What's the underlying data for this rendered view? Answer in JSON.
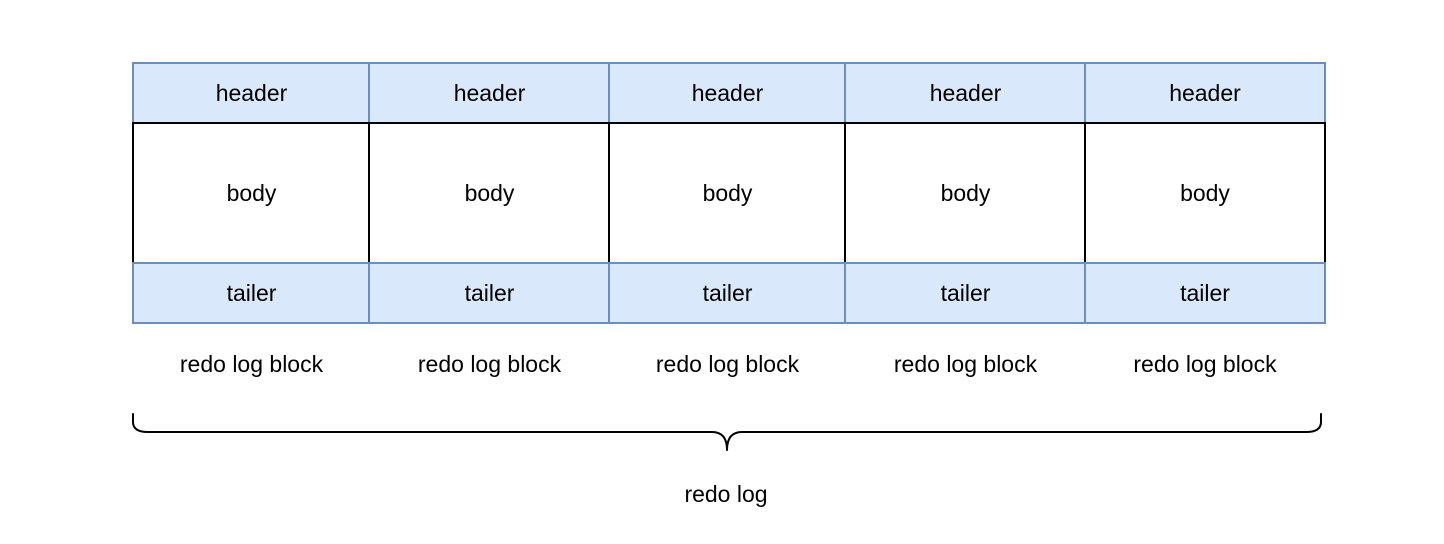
{
  "colors": {
    "header_fill": "#dae8fc",
    "header_stroke": "#6c8ebf",
    "body_fill": "#ffffff",
    "body_stroke": "#000000"
  },
  "blocks": [
    {
      "header": "header",
      "body": "body",
      "tailer": "tailer",
      "label": "redo log block"
    },
    {
      "header": "header",
      "body": "body",
      "tailer": "tailer",
      "label": "redo log block"
    },
    {
      "header": "header",
      "body": "body",
      "tailer": "tailer",
      "label": "redo log block"
    },
    {
      "header": "header",
      "body": "body",
      "tailer": "tailer",
      "label": "redo log block"
    },
    {
      "header": "header",
      "body": "body",
      "tailer": "tailer",
      "label": "redo log block"
    }
  ],
  "group_label": "redo log"
}
